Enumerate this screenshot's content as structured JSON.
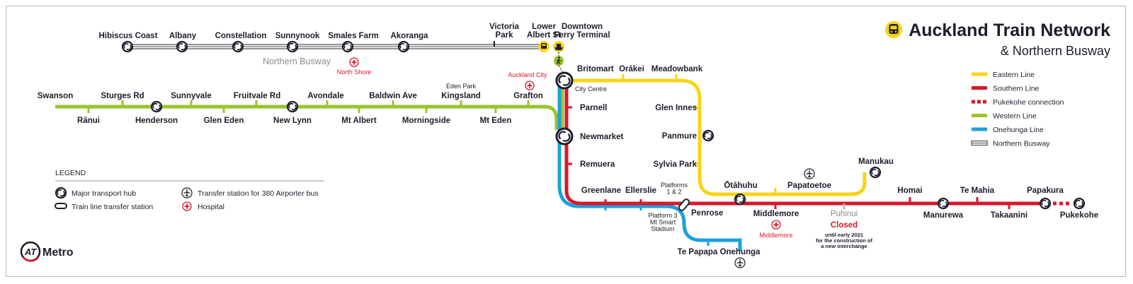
{
  "title": "Auckland Train Network",
  "subtitle": "& Northern Busway",
  "colors": {
    "eastern": "#f7d417",
    "southern": "#d7192b",
    "western": "#9ac42b",
    "onehunga": "#1ba1dc",
    "busway": "#8c8c8c",
    "ink": "#1d1d2b",
    "hospital": "#d7192b"
  },
  "line_legend": [
    {
      "label": "Eastern Line",
      "style": "eastern"
    },
    {
      "label": "Southern Line",
      "style": "southern"
    },
    {
      "label": "Pukekohe connection",
      "style": "pukekohe"
    },
    {
      "label": "Western Line",
      "style": "western"
    },
    {
      "label": "Onehunga Line",
      "style": "onehunga"
    },
    {
      "label": "Northern Busway",
      "style": "busway"
    }
  ],
  "legend": {
    "heading": "LEGEND",
    "major_hub": "Major transport hub",
    "transfer": "Train line transfer station",
    "airporter": "Transfer station for 380 Airporter bus",
    "hospital": "Hospital"
  },
  "busway": {
    "label": "Northern Busway",
    "stations": [
      "Hibiscus Coast",
      "Albany",
      "Constellation",
      "Sunnynook",
      "Smales Farm",
      "Akoranga"
    ],
    "victoria_park": "Victoria\nPark",
    "lower_albert": "Lower\nAlbert St",
    "downtown": "Downtown\nFerry Terminal",
    "north_shore_hospital": "North Shore"
  },
  "western": {
    "upper": [
      "Swanson",
      "Sturges Rd",
      "Sunnyvale",
      "Fruitvale Rd",
      "Avondale",
      "Baldwin Ave",
      "Kingsland",
      "Grafton"
    ],
    "lower": [
      "Rānui",
      "Henderson",
      "Glen Eden",
      "New Lynn",
      "Mt Albert",
      "Morningside",
      "Mt Eden"
    ],
    "kingsland_note": "Eden Park",
    "auckland_city_hospital": "Auckland City"
  },
  "hub": {
    "britomart": "Britomart",
    "city_centre": "City Centre",
    "parnell": "Parnell",
    "newmarket": "Newmarket",
    "remuera": "Remuera"
  },
  "eastern": {
    "stations": [
      "Orākei",
      "Meadowbank",
      "Glen Innes",
      "Panmure",
      "Sylvia Park"
    ],
    "manukau": "Manukau"
  },
  "southern": {
    "greenlane": "Greenlane",
    "ellerslie": "Ellerslie",
    "platforms": "Platforms\n1 & 2",
    "penrose": "Penrose",
    "platform3": "Platform 3\nMt Smart\nStadium",
    "otahuhu": "Ōtāhuhu",
    "middlemore": "Middlemore",
    "middlemore_hospital": "Middlemore",
    "papatoetoe": "Papatoetoe",
    "puhinui": "Puhinui",
    "closed": "Closed",
    "closed_note": "until early 2021\nfor the construction of\na new interchange",
    "homai": "Homai",
    "manurewa": "Manurewa",
    "te_mahia": "Te Mahia",
    "takaanini": "Takaanini",
    "papakura": "Papakura",
    "pukekohe": "Pukekohe"
  },
  "onehunga": {
    "te_papapa": "Te Papapa",
    "onehunga": "Onehunga"
  },
  "brand": {
    "logo": "AT",
    "name": "Metro"
  }
}
